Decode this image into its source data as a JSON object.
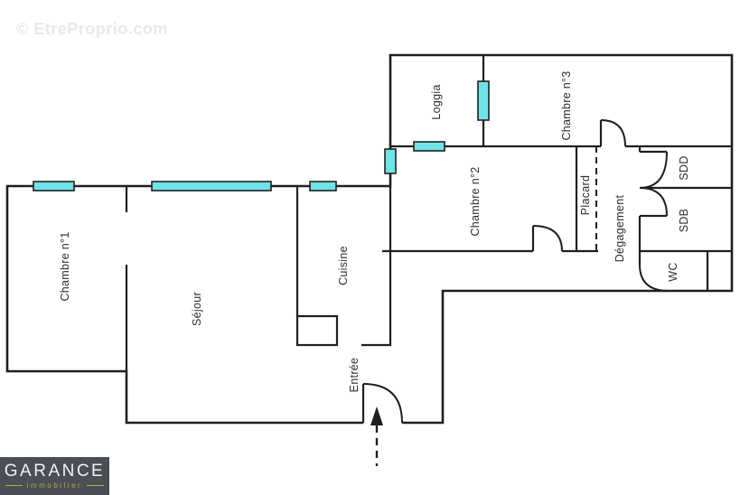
{
  "watermark": "© EtreProprio.com",
  "floorplan": {
    "rooms": {
      "chambre1": "Chambre n°1",
      "sejour": "Séjour",
      "cuisine": "Cuisine",
      "entree": "Entrée",
      "loggia": "Loggia",
      "chambre2": "Chambre n°2",
      "chambre3": "Chambre n°3",
      "placard": "Placard",
      "degagement": "Dégagement",
      "sdd": "SDD",
      "sdb": "SDB",
      "wc": "WC"
    },
    "icons": {
      "entrance_arrow": "dashed-up-arrow-entrance-icon"
    },
    "colors": {
      "wall": "#1f1f1f",
      "window_fill": "#6fe3e8",
      "label_text": "#2d2d2d"
    }
  },
  "logo": {
    "name": "GARANCE",
    "tagline": "immobilier",
    "colors": {
      "background": "#4a4f55",
      "name_text": "#f2f2f2",
      "accent": "#c7a43c"
    }
  }
}
